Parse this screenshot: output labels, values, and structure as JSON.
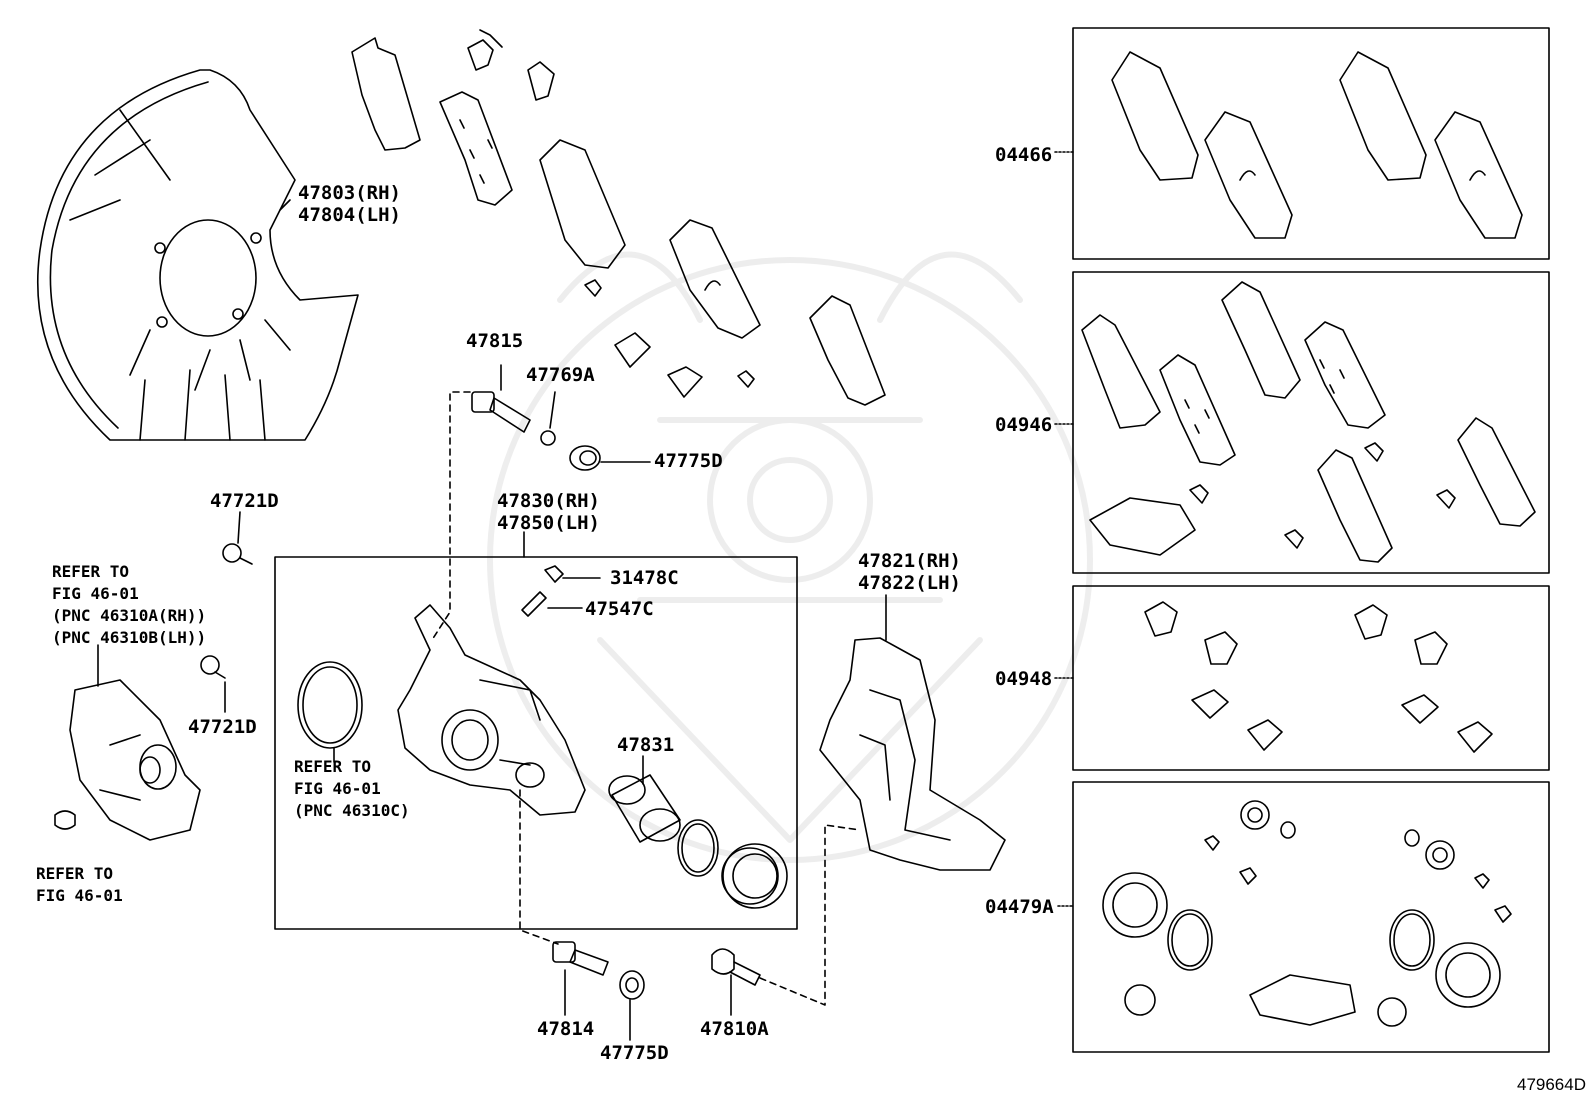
{
  "part_labels": {
    "p47803": "47803(RH)",
    "p47804": "47804(LH)",
    "p47815": "47815",
    "p47769A": "47769A",
    "p47775D_top": "47775D",
    "p47721D_top": "47721D",
    "p47830": "47830(RH)",
    "p47850": "47850(LH)",
    "p31478C": "31478C",
    "p47547C": "47547C",
    "p47721D_mid": "47721D",
    "p47831": "47831",
    "p47821": "47821(RH)",
    "p47822": "47822(LH)",
    "p47814": "47814",
    "p47775D_bot": "47775D",
    "p47810A": "47810A",
    "k04466": "04466",
    "k04946": "04946",
    "k04948": "04948",
    "k04479A": "04479A"
  },
  "notes": {
    "ref_motor": [
      "REFER TO",
      "FIG 46-01",
      "(PNC 46310A(RH))",
      "(PNC 46310B(LH))"
    ],
    "ref_oring": [
      "REFER TO",
      "FIG 46-01",
      "(PNC 46310C)"
    ],
    "ref_sensor": [
      "REFER TO",
      "FIG 46-01"
    ]
  },
  "figure_id": "479664D"
}
